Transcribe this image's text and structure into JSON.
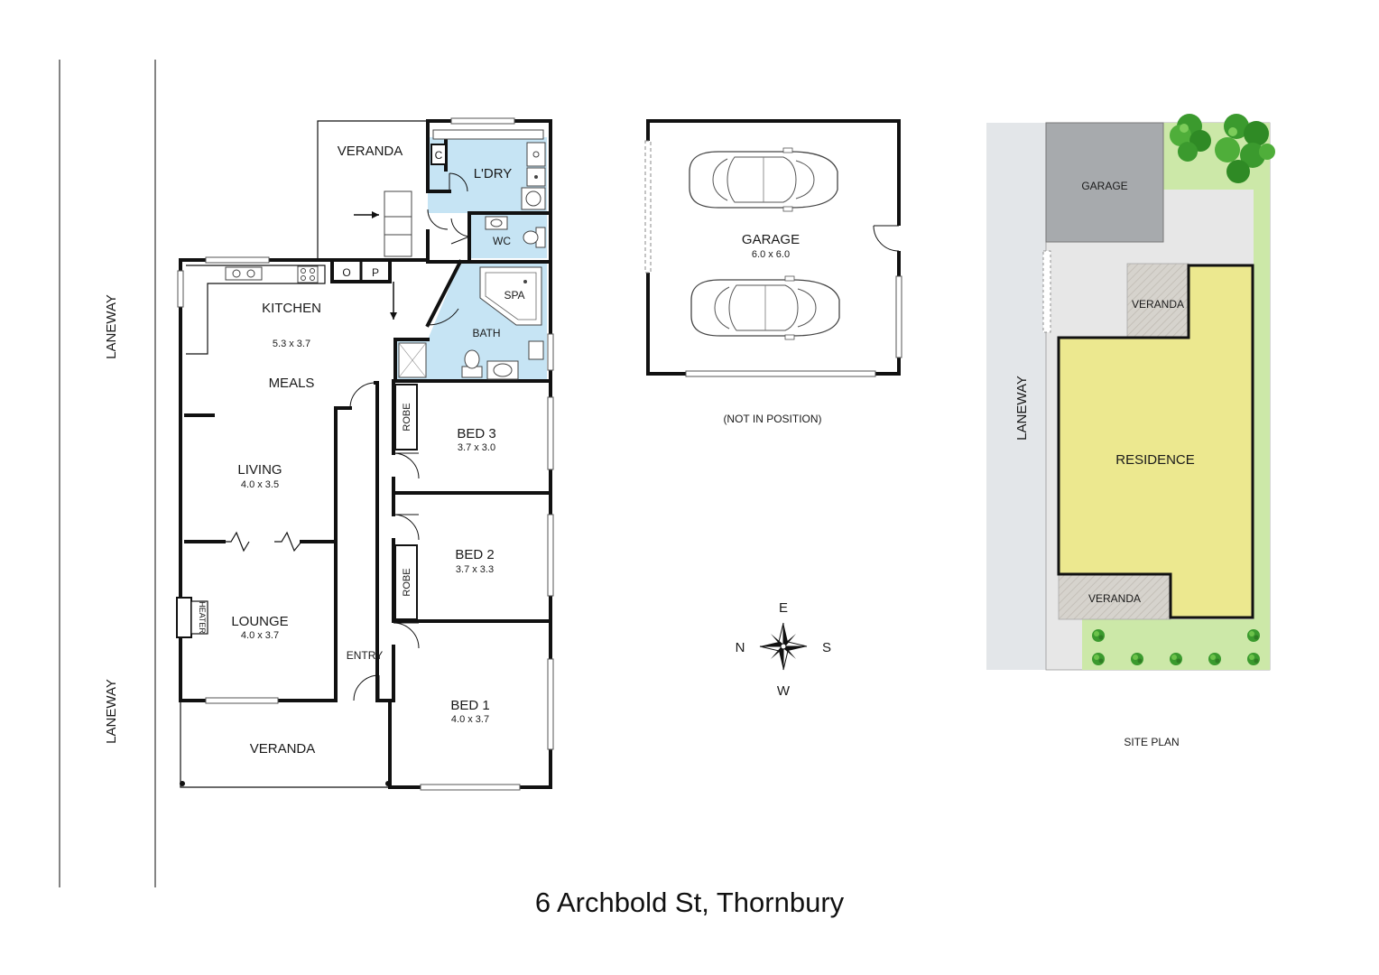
{
  "title": "6 Archbold St, Thornbury",
  "laneway_labels": [
    "LANEWAY",
    "LANEWAY",
    "LANEWAY"
  ],
  "floor_plan": {
    "rooms": {
      "veranda_top": {
        "name": "VERANDA"
      },
      "laundry": {
        "name": "L'DRY"
      },
      "cupboard": {
        "name": "C"
      },
      "wc": {
        "name": "WC"
      },
      "pantry_o": {
        "name": "O"
      },
      "pantry_p": {
        "name": "P"
      },
      "kitchen": {
        "name": "KITCHEN",
        "dim": "5.3 x 3.7"
      },
      "meals": {
        "name": "MEALS"
      },
      "spa": {
        "name": "SPA"
      },
      "bath": {
        "name": "BATH"
      },
      "robe_top": {
        "name": "ROBE"
      },
      "robe_mid": {
        "name": "ROBE"
      },
      "bed3": {
        "name": "BED 3",
        "dim": "3.7 x 3.0"
      },
      "bed2": {
        "name": "BED 2",
        "dim": "3.7 x 3.3"
      },
      "bed1": {
        "name": "BED 1",
        "dim": "4.0 x 3.7"
      },
      "living": {
        "name": "LIVING",
        "dim": "4.0 x 3.5"
      },
      "lounge": {
        "name": "LOUNGE",
        "dim": "4.0 x 3.7"
      },
      "heater": {
        "name": "HEATER"
      },
      "entry": {
        "name": "ENTRY"
      },
      "veranda_bottom": {
        "name": "VERANDA"
      }
    }
  },
  "garage_plan": {
    "name": "GARAGE",
    "dim": "6.0 x 6.0",
    "note": "(NOT IN POSITION)"
  },
  "compass": {
    "north": "N",
    "south": "S",
    "east": "E",
    "west": "W"
  },
  "site_plan": {
    "label": "SITE PLAN",
    "garage": "GARAGE",
    "residence": "RESIDENCE",
    "veranda_top": "VERANDA",
    "veranda_bottom": "VERANDA",
    "colors": {
      "residence": "#ece88f",
      "garage": "#a7aaad",
      "laneway": "#e3e6e9",
      "yard": "#e7e7e7",
      "lawn": "#cce8a8",
      "veranda": "#d6d3cd",
      "wet_area": "#c6e4f4"
    }
  }
}
